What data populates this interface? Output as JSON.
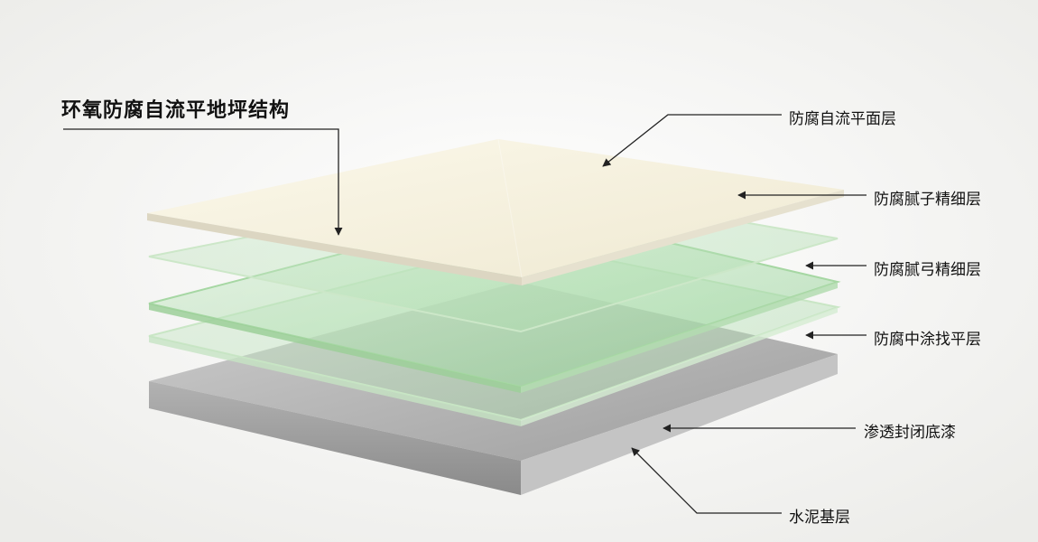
{
  "diagram": {
    "title": "环氧防腐自流平地坪结构",
    "layers": [
      {
        "label": "防腐自流平面层"
      },
      {
        "label": "防腐腻子精细层"
      },
      {
        "label": "防腐腻弓精细层"
      },
      {
        "label": "防腐中涂找平层"
      },
      {
        "label": "渗透封闭底漆"
      },
      {
        "label": "水泥基层"
      }
    ]
  },
  "colors": {
    "background": "#f7f7f5",
    "top_layer": "#f6f2e2",
    "green_layer": "#a9d9a9",
    "concrete": "#a7a7a7",
    "line": "#222222"
  }
}
